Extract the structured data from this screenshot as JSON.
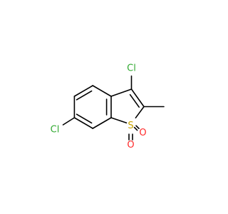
{
  "molecule": {
    "atoms": {
      "cl_top": {
        "symbol": "Cl"
      },
      "cl_left": {
        "symbol": "Cl"
      },
      "sulfur": {
        "symbol": "S"
      },
      "oxygen_right": {
        "symbol": "O"
      },
      "oxygen_bottom": {
        "symbol": "O"
      }
    },
    "colors": {
      "chlorine": "#33aa33",
      "sulfur": "#c9a400",
      "oxygen": "#ff2a2a",
      "bond": "#000000"
    }
  }
}
